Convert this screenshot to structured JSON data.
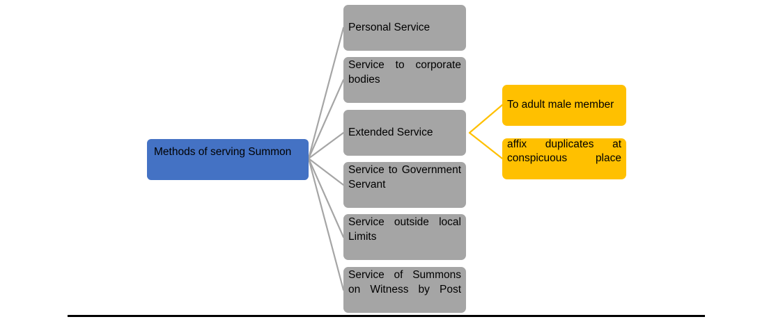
{
  "diagram": {
    "type": "mind-map",
    "title_node": {
      "label": "Methods of serving Summon",
      "color": "#4472C4",
      "text_color": "#000000"
    },
    "branch_color": "#A5A5A5",
    "leaf_color": "#FFC000",
    "branch_connector_color": "#A5A5A5",
    "leaf_connector_color": "#FFC000",
    "branches": [
      {
        "label": "Personal Service",
        "multiline": false
      },
      {
        "label": "Service to corporate bodies",
        "multiline": true
      },
      {
        "label": "Extended Service",
        "multiline": false
      },
      {
        "label": "Service to Government Servant",
        "multiline": true
      },
      {
        "label": "Service outside local Limits",
        "multiline": true
      },
      {
        "label": "Service of Summons on Witness by Post",
        "multiline": true
      }
    ],
    "leaves": [
      {
        "label": "To adult male member",
        "multiline": false,
        "parent": "Extended Service"
      },
      {
        "label": " affix duplicates at conspicuous place",
        "multiline": true,
        "parent": "Extended Service"
      }
    ],
    "footer_rule": {
      "color": "#000000"
    }
  }
}
